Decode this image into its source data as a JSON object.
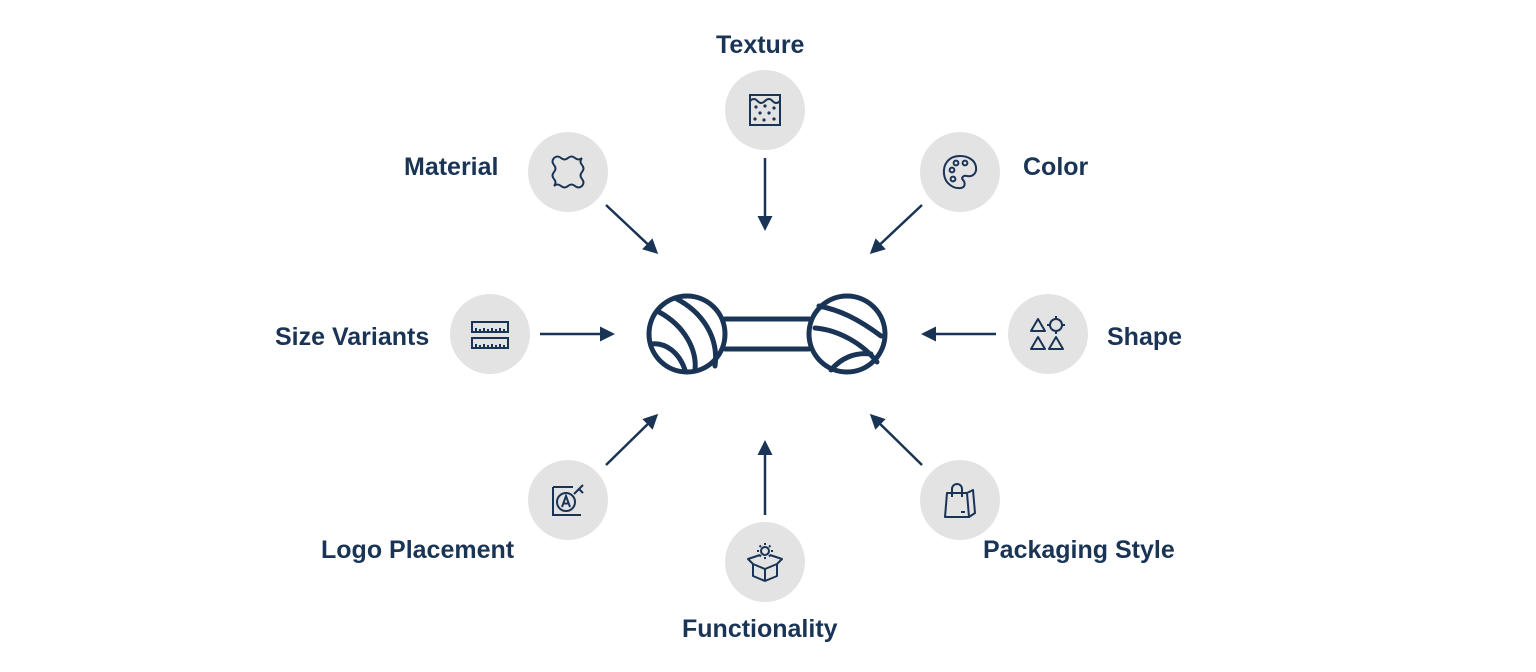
{
  "diagram": {
    "center": {
      "icon": "dumbbell-icon"
    },
    "colors": {
      "primary": "#1a3456",
      "circle": "#e3e3e3",
      "background": "#ffffff"
    },
    "nodes": [
      {
        "id": "texture",
        "label": "Texture",
        "icon": "texture-icon"
      },
      {
        "id": "material",
        "label": "Material",
        "icon": "fabric-swatch-icon"
      },
      {
        "id": "color",
        "label": "Color",
        "icon": "palette-icon"
      },
      {
        "id": "size-variants",
        "label": "Size Variants",
        "icon": "ruler-icon"
      },
      {
        "id": "shape",
        "label": "Shape",
        "icon": "shapes-icon"
      },
      {
        "id": "logo-placement",
        "label": "Logo Placement",
        "icon": "logo-badge-icon"
      },
      {
        "id": "functionality",
        "label": "Functionality",
        "icon": "box-gear-icon"
      },
      {
        "id": "packaging-style",
        "label": "Packaging Style",
        "icon": "shopping-bag-icon"
      }
    ]
  }
}
